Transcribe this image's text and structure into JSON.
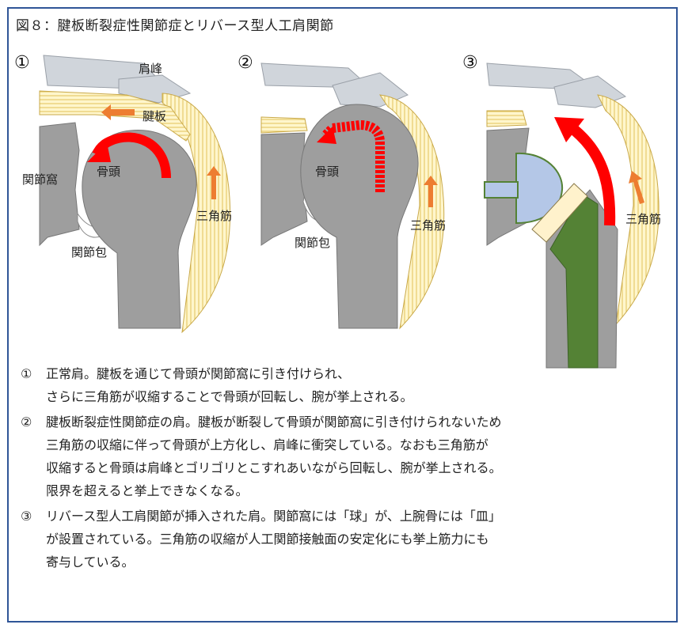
{
  "title": "図８：腱板断裂症性関節症とリバース型人工肩関節",
  "panels": [
    {
      "number": "①",
      "labels": {
        "acromion": "肩峰",
        "rotator_cuff": "腱板",
        "glenoid": "関節窩",
        "humeral_head": "骨頭",
        "deltoid": "三角筋",
        "capsule": "関節包"
      }
    },
    {
      "number": "②",
      "labels": {
        "humeral_head": "骨頭",
        "deltoid": "三角筋",
        "capsule": "関節包"
      }
    },
    {
      "number": "③",
      "labels": {
        "deltoid": "三角筋"
      }
    }
  ],
  "colors": {
    "bone": "#9e9e9e",
    "bone_light": "#d0d5db",
    "muscle_fill": "#fff6cc",
    "muscle_stripe": "#e0c25a",
    "arrow_red": "#ff0000",
    "arrow_orange": "#ed7d31",
    "glenosphere": "#b4c7e7",
    "implant_green": "#548235",
    "cup": "#fff2cc",
    "frame": "#2f5597"
  },
  "captions": [
    {
      "number": "①",
      "lines": [
        "正常肩。腱板を通じて骨頭が関節窩に引き付けられ、",
        "さらに三角筋が収縮することで骨頭が回転し、腕が挙上される。"
      ]
    },
    {
      "number": "②",
      "lines": [
        "腱板断裂症性関節症の肩。腱板が断裂して骨頭が関節窩に引き付けられないため",
        "三角筋の収縮に伴って骨頭が上方化し、肩峰に衝突している。なおも三角筋が",
        "収縮すると骨頭は肩峰とゴリゴリとこすれあいながら回転し、腕が挙上される。",
        "限界を超えると挙上できなくなる。"
      ]
    },
    {
      "number": "③",
      "lines": [
        "リバース型人工肩関節が挿入された肩。関節窩には「球」が、上腕骨には「皿」",
        "が設置されている。三角筋の収縮が人工関節接触面の安定化にも挙上筋力にも",
        "寄与している。"
      ]
    }
  ]
}
